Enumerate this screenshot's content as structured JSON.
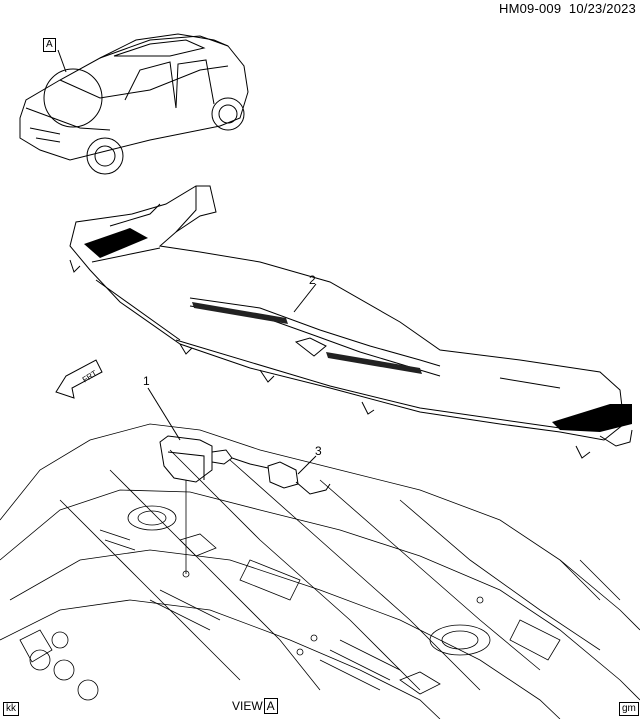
{
  "header": {
    "code": "HM09-009",
    "date": "10/23/2023"
  },
  "view_marker": {
    "label": "A"
  },
  "bottom": {
    "view_text": "VIEW",
    "view_ref": "A",
    "left_tag": "kk",
    "right_tag": "gm"
  },
  "callouts": {
    "c1": "1",
    "c2": "2",
    "c3": "3"
  },
  "direction": {
    "label": "FRT"
  }
}
